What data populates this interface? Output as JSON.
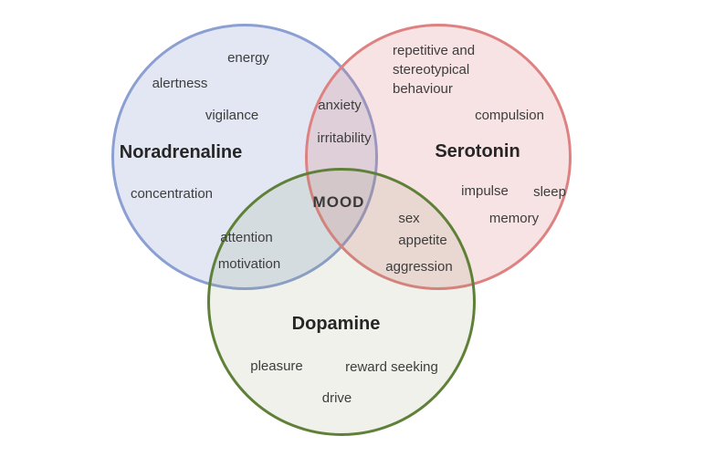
{
  "venn": {
    "center_label": "MOOD",
    "sets": [
      {
        "name": "Noradrenaline",
        "stroke": "#8b9fd2",
        "fill": "rgba(125,145,200,0.22)",
        "items": [
          "energy",
          "alertness",
          "vigilance",
          "concentration"
        ]
      },
      {
        "name": "Serotonin",
        "stroke": "#de8181",
        "fill": "rgba(215,115,115,0.20)",
        "items": [
          "repetitive and stereotypical behaviour",
          "compulsion",
          "impulse",
          "sleep",
          "memory"
        ]
      },
      {
        "name": "Dopamine",
        "stroke": "#5f8038",
        "fill": "rgba(130,150,90,0.13)",
        "items": [
          "pleasure",
          "reward seeking",
          "drive"
        ]
      }
    ],
    "overlaps": [
      {
        "between": "Noradrenaline + Serotonin",
        "items": [
          "anxiety",
          "irritability"
        ]
      },
      {
        "between": "Noradrenaline + Dopamine",
        "items": [
          "attention",
          "motivation"
        ]
      },
      {
        "between": "Serotonin + Dopamine",
        "items": [
          "sex",
          "appetite",
          "aggression"
        ]
      },
      {
        "between": "Noradrenaline + Serotonin + Dopamine",
        "items": [
          "MOOD"
        ]
      }
    ]
  }
}
